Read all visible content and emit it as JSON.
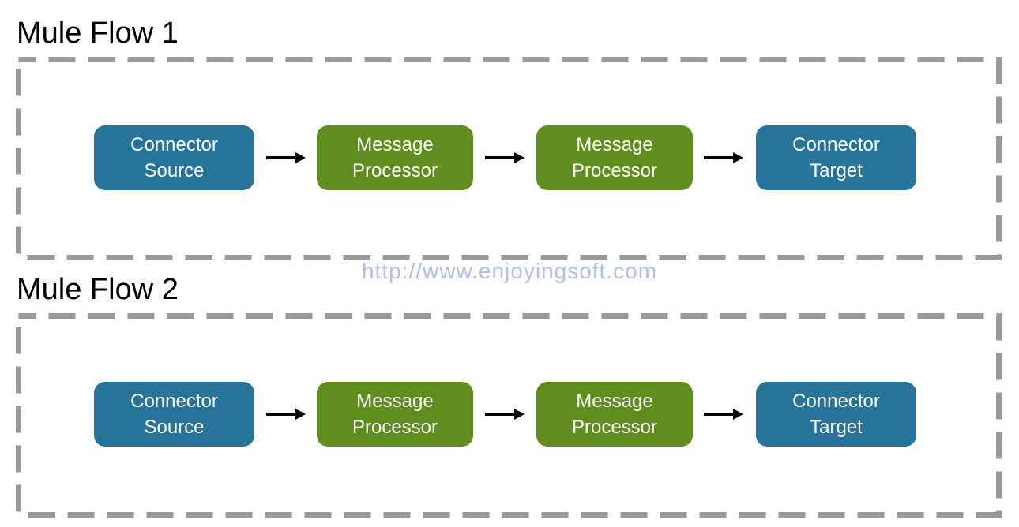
{
  "flows": [
    {
      "title": "Mule Flow 1",
      "nodes": [
        {
          "label": "Connector Source",
          "kind": "connector"
        },
        {
          "label": "Message Processor",
          "kind": "processor"
        },
        {
          "label": "Message Processor",
          "kind": "processor"
        },
        {
          "label": "Connector Target",
          "kind": "connector"
        }
      ]
    },
    {
      "title": "Mule Flow 2",
      "nodes": [
        {
          "label": "Connector Source",
          "kind": "connector"
        },
        {
          "label": "Message Processor",
          "kind": "processor"
        },
        {
          "label": "Message Processor",
          "kind": "processor"
        },
        {
          "label": "Connector Target",
          "kind": "connector"
        }
      ]
    }
  ],
  "watermark": {
    "text": "http://www.enjoyingsoft.com"
  },
  "colors": {
    "connector": "#28739A",
    "processor": "#5F8D1E",
    "boundary": "#9A9A9A",
    "arrow": "#000000",
    "node_text": "#FFFFFF",
    "title_text": "#000000",
    "watermark_text": "#AFC1E9"
  }
}
